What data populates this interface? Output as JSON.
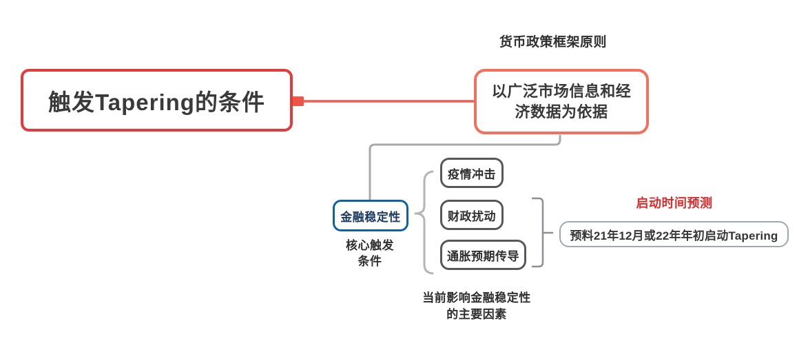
{
  "root": {
    "label": "触发Tapering的条件"
  },
  "framework": {
    "title": "货币政策框架原则",
    "node_line1": "以广泛市场信息和经",
    "node_line2": "济数据为依据"
  },
  "stability": {
    "label": "金融稳定性",
    "caption_line1": "核心触发",
    "caption_line2": "条件"
  },
  "factors": {
    "items": [
      "疫情冲击",
      "财政扰动",
      "通胀预期传导"
    ],
    "caption_line1": "当前影响金融稳定性",
    "caption_line2": "的主要因素"
  },
  "prediction": {
    "title": "启动时间预测",
    "label": "预料21年12月或22年年初启动Tapering"
  },
  "colors": {
    "root_border": "#e13b3b",
    "framework_border": "#f4705d",
    "red_connector": "#f15a4d",
    "red_anchor_square": "#ef5449",
    "gray_connector": "#a9a9a9",
    "stability_border": "#0f61a5",
    "stability_text": "#1b3a61",
    "factor_border": "#575757",
    "brace": "#b5b5b8",
    "bracket": "#8e8e96",
    "prediction_border": "#9da8b6",
    "prediction_title": "#dd2a2a",
    "text_dark": "#333333",
    "background": "#ffffff"
  }
}
